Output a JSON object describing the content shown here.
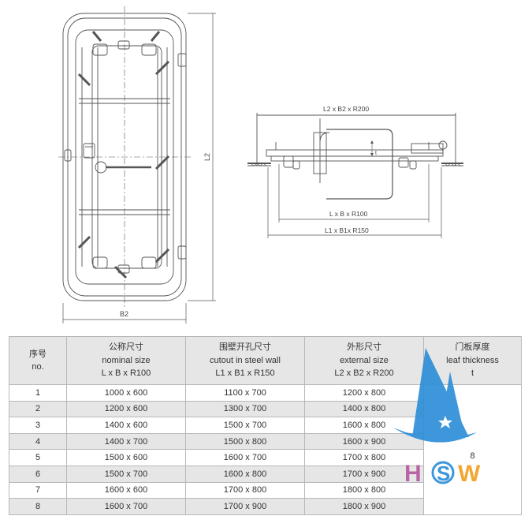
{
  "drawing": {
    "front_view": {
      "width_label": "B2",
      "height_label": "L2"
    },
    "side_view": {
      "dim_top": "L2 x B2 x R200",
      "dim_mid": "L x B x R100",
      "dim_bottom": "L1 x B1x R150",
      "thickness_mark": "t"
    }
  },
  "table": {
    "headers": [
      {
        "zh": "序号",
        "en": "no.",
        "sub": ""
      },
      {
        "zh": "公称尺寸",
        "en": "nominal size",
        "sub": "L x B x R100"
      },
      {
        "zh": "围壁开孔尺寸",
        "en": "cutout in steel wall",
        "sub": "L1 x B1 x R150"
      },
      {
        "zh": "外形尺寸",
        "en": "external size",
        "sub": "L2 x B2 x R200"
      },
      {
        "zh": "门板厚度",
        "en": "leaf thickness",
        "sub": "t"
      }
    ],
    "rows": [
      {
        "no": "1",
        "nominal": "1000 x 600",
        "cutout": "1100 x 700",
        "external": "1200 x 800"
      },
      {
        "no": "2",
        "nominal": "1200 x 600",
        "cutout": "1300 x 700",
        "external": "1400 x 800"
      },
      {
        "no": "3",
        "nominal": "1400 x 600",
        "cutout": "1500 x 700",
        "external": "1600 x 800"
      },
      {
        "no": "4",
        "nominal": "1400 x 700",
        "cutout": "1500 x 800",
        "external": "1600 x 900"
      },
      {
        "no": "5",
        "nominal": "1500 x 600",
        "cutout": "1600 x 700",
        "external": "1700 x 800"
      },
      {
        "no": "6",
        "nominal": "1500 x 700",
        "cutout": "1600 x 800",
        "external": "1700 x 900"
      },
      {
        "no": "7",
        "nominal": "1600 x 600",
        "cutout": "1700 x 800",
        "external": "1800 x 800"
      },
      {
        "no": "8",
        "nominal": "1600 x 700",
        "cutout": "1700 x 900",
        "external": "1800 x 900"
      }
    ],
    "thickness_value": "8"
  },
  "logo": {
    "letters": "HSW",
    "colors": {
      "sail": "#2f8fd8",
      "h": "#b65aa0",
      "s": "#2f8fd8",
      "w": "#f0a020"
    }
  },
  "colors": {
    "line": "#555555",
    "header_bg": "#e6e6e6",
    "border": "#b8b8b8"
  }
}
